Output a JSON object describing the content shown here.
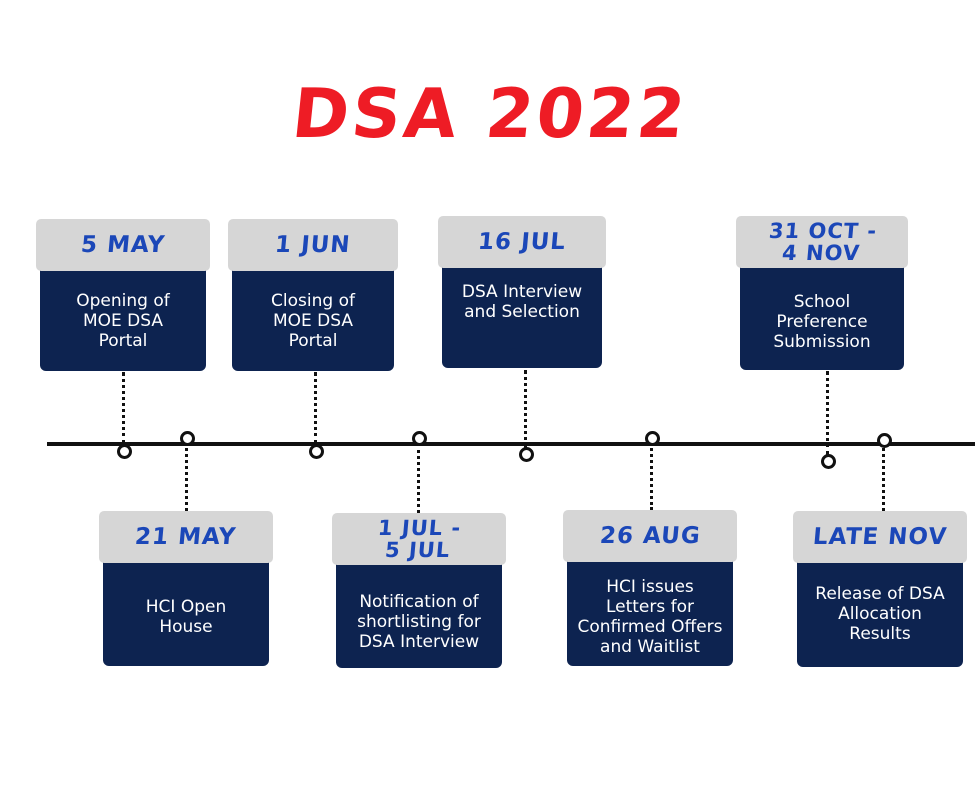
{
  "title": "DSA 2022",
  "colors": {
    "title": "#ee1c25",
    "card_body": "#0d2350",
    "card_date_bg": "#d6d6d6",
    "date_text": "#1b47b8",
    "line": "#111111"
  },
  "events_top": [
    {
      "date": "5 MAY",
      "label": "Opening of\nMOE DSA\nPortal"
    },
    {
      "date": "1 JUN",
      "label": "Closing of\nMOE DSA\nPortal"
    },
    {
      "date": "16 JUL",
      "label": "DSA Interview\nand Selection"
    },
    {
      "date": "31 OCT -\n4 NOV",
      "label": "School\nPreference\nSubmission"
    }
  ],
  "events_bottom": [
    {
      "date": "21 MAY",
      "label": "HCI Open\nHouse"
    },
    {
      "date": "1 JUL -\n5 JUL",
      "label": "Notification of\nshortlisting for\nDSA Interview"
    },
    {
      "date": "26 AUG",
      "label": "HCI issues\nLetters for\nConfirmed Offers\nand Waitlist"
    },
    {
      "date": "LATE NOV",
      "label": "Release of DSA\nAllocation\nResults"
    }
  ]
}
